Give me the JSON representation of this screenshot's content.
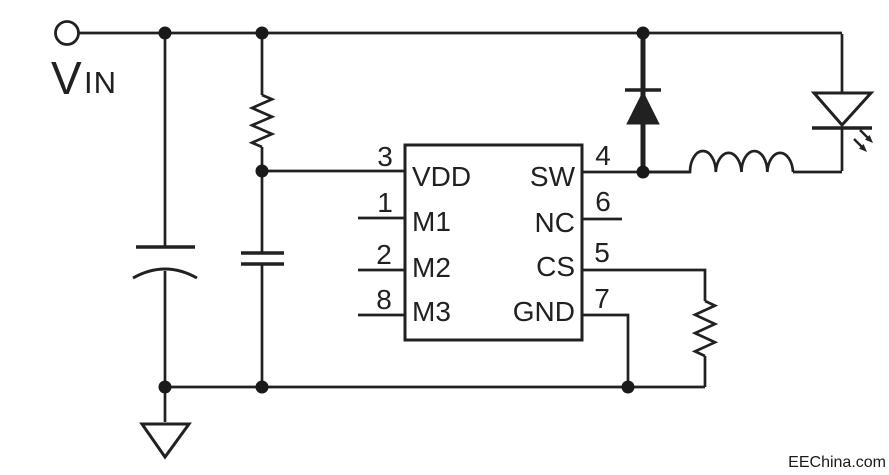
{
  "page": {
    "background": "#ffffff",
    "line_color": "#212121"
  },
  "vin": {
    "main": "V",
    "sub": "IN"
  },
  "ic": {
    "left_pins": [
      {
        "number": "3",
        "label": "VDD"
      },
      {
        "number": "1",
        "label": "M1"
      },
      {
        "number": "2",
        "label": "M2"
      },
      {
        "number": "8",
        "label": "M3"
      }
    ],
    "right_pins": [
      {
        "number": "4",
        "label": "SW"
      },
      {
        "number": "6",
        "label": "NC"
      },
      {
        "number": "5",
        "label": "CS"
      },
      {
        "number": "7",
        "label": "GND"
      }
    ]
  },
  "components": {
    "vin_terminal": "circle-terminal-icon",
    "input_capacitor": "polarized-capacitor-icon",
    "series_resistor": "resistor-icon",
    "decoupling_capacitor": "capacitor-icon",
    "freewheeling_diode": "diode-icon",
    "inductor": "inductor-icon",
    "led": "led-icon",
    "current_sense_resistor": "resistor-icon",
    "ground": "ground-triangle-icon"
  },
  "watermark": "EEChina.com"
}
